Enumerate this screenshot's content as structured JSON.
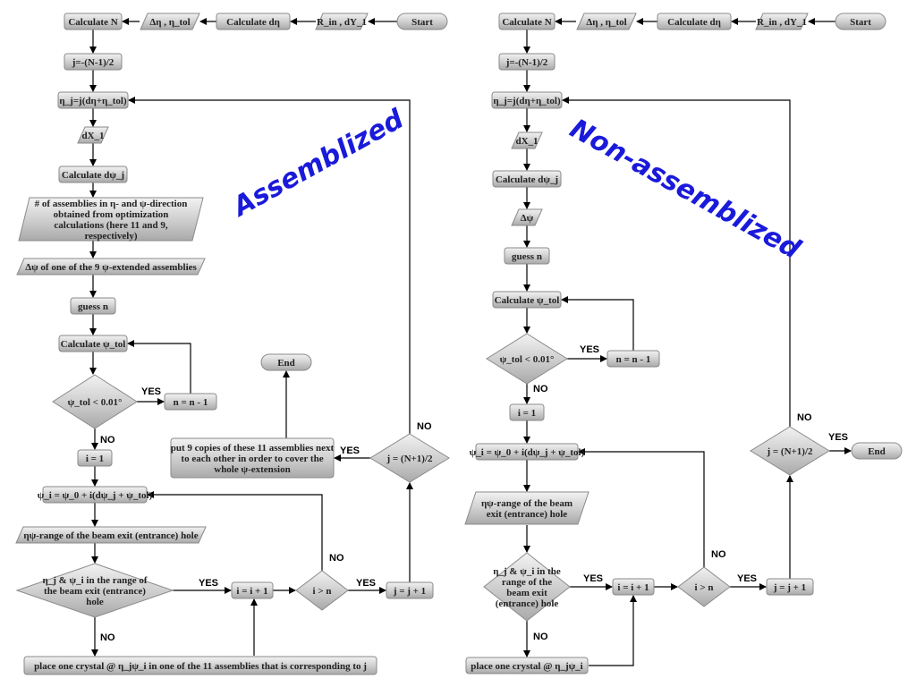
{
  "titles": {
    "left": "Assemblized",
    "right": "Non-assemblized"
  },
  "left_flow": {
    "start": "Start",
    "rin_dy": "R_in , dY_1",
    "calc_deta": "Calculate dη",
    "deta_tol": "Δη , η_tol",
    "calc_n": "Calculate N",
    "j_init": "j=-(N-1)/2",
    "eta_j": "η_j=j(dη+η_tol)",
    "dx1": "dX_1",
    "calc_dpsi": "Calculate dψ_j",
    "assemblies": "# of assemblies in η- and ψ-direction obtained from optimization calculations (here 11 and 9, respectively)",
    "delta_psi": "Δψ of one of the 9 ψ-extended assemblies",
    "guess_n": "guess n",
    "calc_psitol": "Calculate ψ_tol",
    "psitol_check": "ψ_tol < 0.01°",
    "n_dec": "n = n - 1",
    "i_init": "i = 1",
    "psi_i": "ψ_i = ψ_0 + i(dψ_j + ψ_tol)",
    "range_hole": "ηψ-range of the beam exit (entrance) hole",
    "in_range": "η_j & ψ_i in the range of the beam exit (entrance) hole",
    "i_inc": "i = i + 1",
    "i_gt_n": "i > n",
    "j_inc": "j = j + 1",
    "j_check": "j = (N+1)/2",
    "put_copies": "put 9 copies of these 11 assemblies next to each other in order to cover the whole ψ-extension",
    "end": "End",
    "place_crystal": "place one crystal @ η_jψ_i in one of the 11 assemblies that is corresponding to j"
  },
  "right_flow": {
    "start": "Start",
    "rin_dy": "R_in , dY_1",
    "calc_deta": "Calculate dη",
    "deta_tol": "Δη , η_tol",
    "calc_n": "Calculate N",
    "j_init": "j=-(N-1)/2",
    "eta_j": "η_j=j(dη+η_tol)",
    "dx1": "dX_1",
    "calc_dpsi": "Calculate dψ_j",
    "delta_psi": "Δψ",
    "guess_n": "guess n",
    "calc_psitol": "Calculate ψ_tol",
    "psitol_check": "ψ_tol < 0.01°",
    "n_dec": "n = n - 1",
    "i_init": "i = 1",
    "psi_i": "ψ_i = ψ_0 + i(dψ_j + ψ_tol)",
    "range_hole": "ηψ-range of the beam exit (entrance) hole",
    "in_range": "η_j & ψ_i in the range of the beam exit (entrance) hole",
    "i_inc": "i = i + 1",
    "i_gt_n": "i > n",
    "j_inc": "j = j + 1",
    "j_check": "j = (N+1)/2",
    "end": "End",
    "place_crystal": "place one crystal @ η_jψ_i"
  },
  "edge_labels": {
    "yes": "YES",
    "no": "NO"
  }
}
